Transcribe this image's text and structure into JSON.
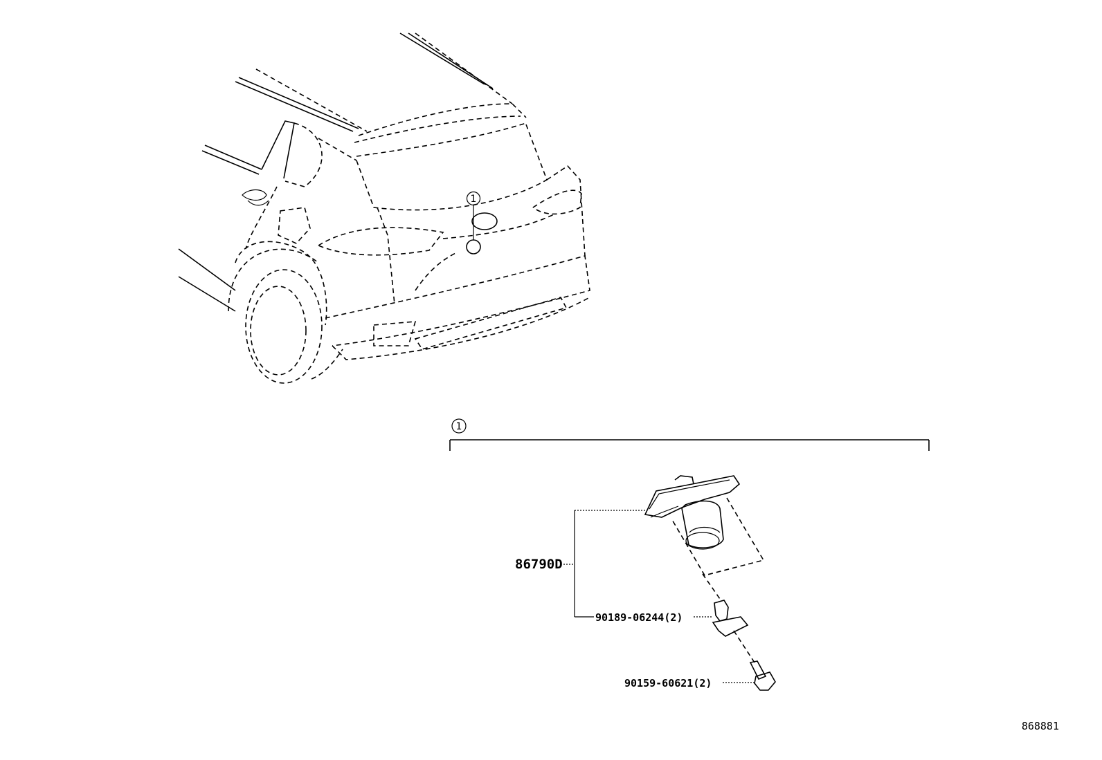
{
  "callouts": {
    "vehicle_marker": "1",
    "assembly_group": "1"
  },
  "parts": {
    "camera_assembly": "86790D",
    "clip_nut": "90189-06244(2)",
    "bolt": "90159-60621(2)"
  },
  "figure_id": "868881",
  "colors": {
    "line": "#000000",
    "background": "#ffffff"
  }
}
